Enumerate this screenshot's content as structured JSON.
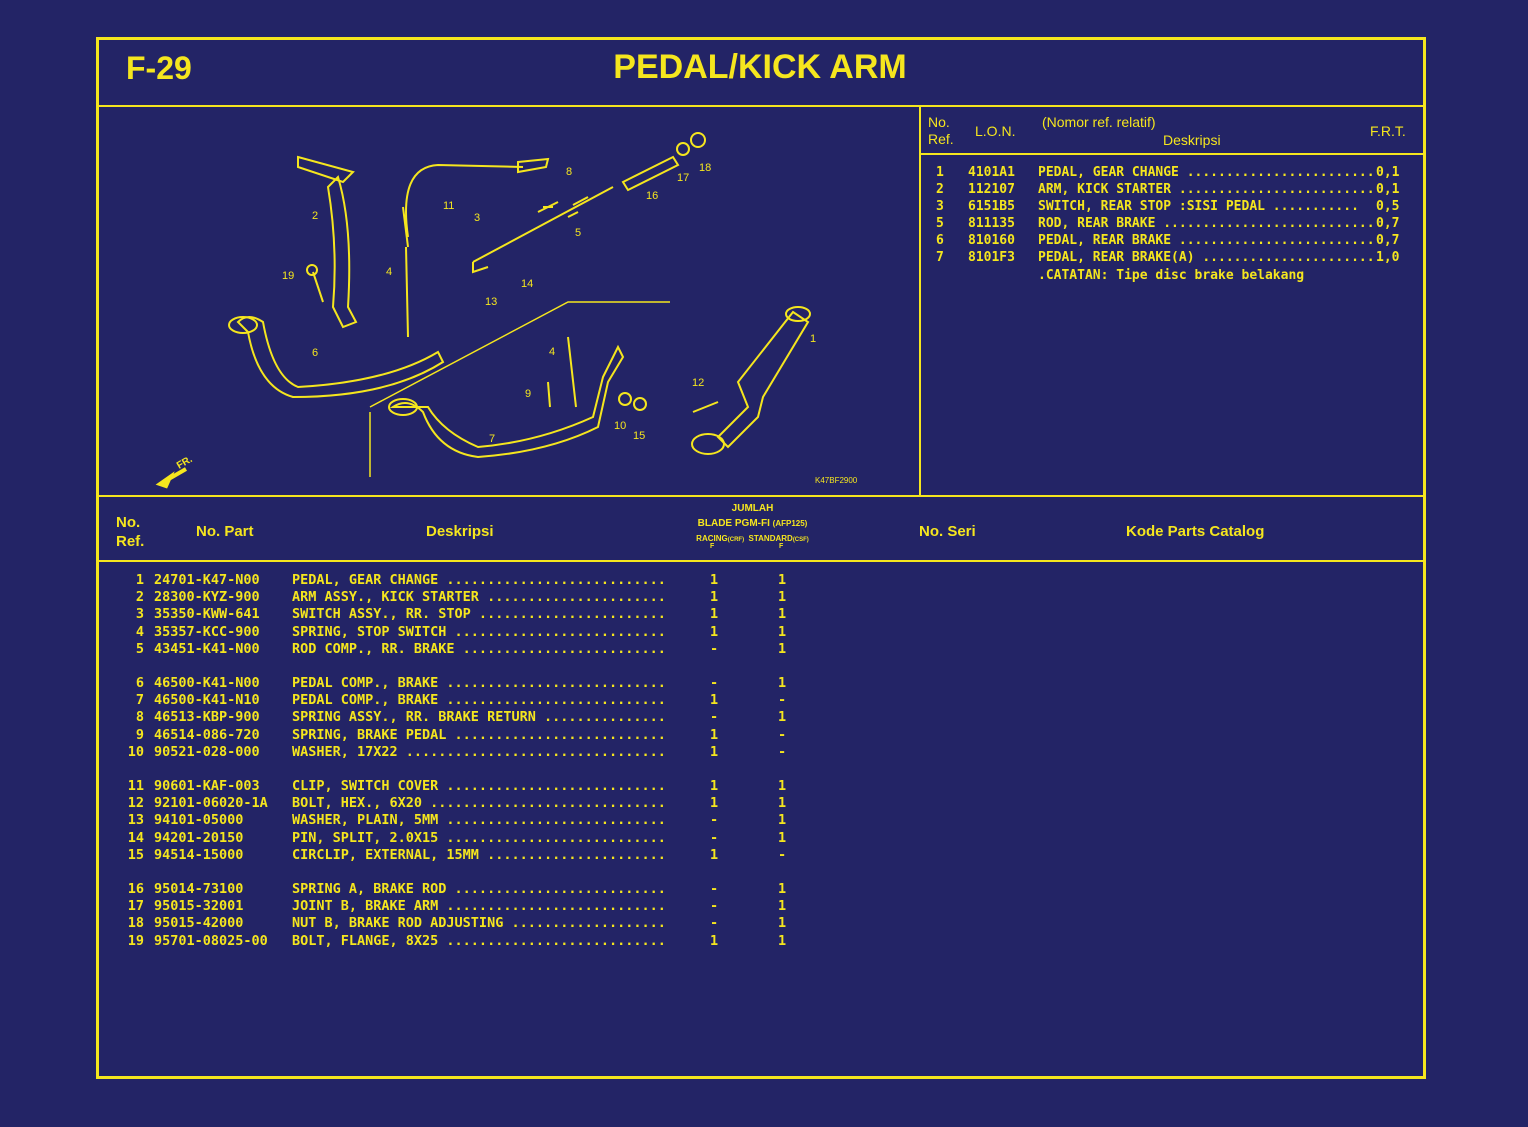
{
  "header": {
    "code": "F-29",
    "title": "PEDAL/KICK ARM"
  },
  "diagram": {
    "ref_code": "K47BF2900",
    "front_label": "FR.",
    "callouts": [
      "1",
      "2",
      "3",
      "4",
      "4",
      "5",
      "6",
      "7",
      "8",
      "9",
      "10",
      "11",
      "12",
      "13",
      "14",
      "15",
      "16",
      "17",
      "18",
      "19"
    ]
  },
  "labor_table": {
    "headers": {
      "ref_no_1": "No.",
      "ref_no_2": "Ref.",
      "lon": "L.O.N.",
      "note": "(Nomor ref. relatif)",
      "desc": "Deskripsi",
      "frt": "F.R.T."
    },
    "rows": [
      {
        "ref": "1",
        "lon": "4101A1",
        "desc": "PEDAL, GEAR CHANGE ........................",
        "frt": "0,1"
      },
      {
        "ref": "2",
        "lon": "112107",
        "desc": "ARM, KICK STARTER .........................",
        "frt": "0,1"
      },
      {
        "ref": "3",
        "lon": "6151B5",
        "desc": "SWITCH, REAR STOP :SISI PEDAL ...........",
        "frt": "0,5"
      },
      {
        "ref": "5",
        "lon": "811135",
        "desc": "ROD, REAR BRAKE ...........................",
        "frt": "0,7"
      },
      {
        "ref": "6",
        "lon": "810160",
        "desc": "PEDAL, REAR BRAKE .........................",
        "frt": "0,7"
      },
      {
        "ref": "7",
        "lon": "8101F3",
        "desc": "PEDAL, REAR BRAKE(A) ......................",
        "frt": "1,0"
      }
    ],
    "note": ".CATATAN: Tipe disc brake belakang"
  },
  "parts_table": {
    "headers": {
      "ref_no_1": "No.",
      "ref_no_2": "Ref.",
      "part_no": "No. Part",
      "desc": "Deskripsi",
      "qty_title": "JUMLAH",
      "model": "BLADE PGM-FI",
      "model_code": "(AFP125)",
      "racing": "RACING",
      "racing_code": "(CRF)",
      "standard": "STANDARD",
      "standard_code": "(CSF)",
      "racing_mark": "F",
      "standard_mark": "F",
      "serial": "No. Seri",
      "catalog_code": "Kode Parts Catalog"
    },
    "groups": [
      [
        {
          "ref": "1",
          "part": "24701-K47-N00",
          "desc": "PEDAL, GEAR CHANGE ...........................",
          "racing": "1",
          "standard": "1"
        },
        {
          "ref": "2",
          "part": "28300-KYZ-900",
          "desc": "ARM ASSY., KICK STARTER ......................",
          "racing": "1",
          "standard": "1"
        },
        {
          "ref": "3",
          "part": "35350-KWW-641",
          "desc": "SWITCH ASSY., RR. STOP .......................",
          "racing": "1",
          "standard": "1"
        },
        {
          "ref": "4",
          "part": "35357-KCC-900",
          "desc": "SPRING, STOP SWITCH ..........................",
          "racing": "1",
          "standard": "1"
        },
        {
          "ref": "5",
          "part": "43451-K41-N00",
          "desc": "ROD COMP., RR. BRAKE .........................",
          "racing": "-",
          "standard": "1"
        }
      ],
      [
        {
          "ref": "6",
          "part": "46500-K41-N00",
          "desc": "PEDAL COMP., BRAKE ...........................",
          "racing": "-",
          "standard": "1"
        },
        {
          "ref": "7",
          "part": "46500-K41-N10",
          "desc": "PEDAL COMP., BRAKE ...........................",
          "racing": "1",
          "standard": "-"
        },
        {
          "ref": "8",
          "part": "46513-KBP-900",
          "desc": "SPRING ASSY., RR. BRAKE RETURN ...............",
          "racing": "-",
          "standard": "1"
        },
        {
          "ref": "9",
          "part": "46514-086-720",
          "desc": "SPRING, BRAKE PEDAL ..........................",
          "racing": "1",
          "standard": "-"
        },
        {
          "ref": "10",
          "part": "90521-028-000",
          "desc": "WASHER, 17X22 ................................",
          "racing": "1",
          "standard": "-"
        }
      ],
      [
        {
          "ref": "11",
          "part": "90601-KAF-003",
          "desc": "CLIP, SWITCH COVER ...........................",
          "racing": "1",
          "standard": "1"
        },
        {
          "ref": "12",
          "part": "92101-06020-1A",
          "desc": "BOLT, HEX., 6X20 .............................",
          "racing": "1",
          "standard": "1"
        },
        {
          "ref": "13",
          "part": "94101-05000",
          "desc": "WASHER, PLAIN, 5MM ...........................",
          "racing": "-",
          "standard": "1"
        },
        {
          "ref": "14",
          "part": "94201-20150",
          "desc": "PIN, SPLIT, 2.0X15 ...........................",
          "racing": "-",
          "standard": "1"
        },
        {
          "ref": "15",
          "part": "94514-15000",
          "desc": "CIRCLIP, EXTERNAL, 15MM ......................",
          "racing": "1",
          "standard": "-"
        }
      ],
      [
        {
          "ref": "16",
          "part": "95014-73100",
          "desc": "SPRING A, BRAKE ROD ..........................",
          "racing": "-",
          "standard": "1"
        },
        {
          "ref": "17",
          "part": "95015-32001",
          "desc": "JOINT B, BRAKE ARM ...........................",
          "racing": "-",
          "standard": "1"
        },
        {
          "ref": "18",
          "part": "95015-42000",
          "desc": "NUT B, BRAKE ROD ADJUSTING ...................",
          "racing": "-",
          "standard": "1"
        },
        {
          "ref": "19",
          "part": "95701-08025-00",
          "desc": "BOLT, FLANGE, 8X25 ...........................",
          "racing": "1",
          "standard": "1"
        }
      ]
    ]
  },
  "colors": {
    "background": "#232466",
    "ink": "#f5e61e"
  }
}
